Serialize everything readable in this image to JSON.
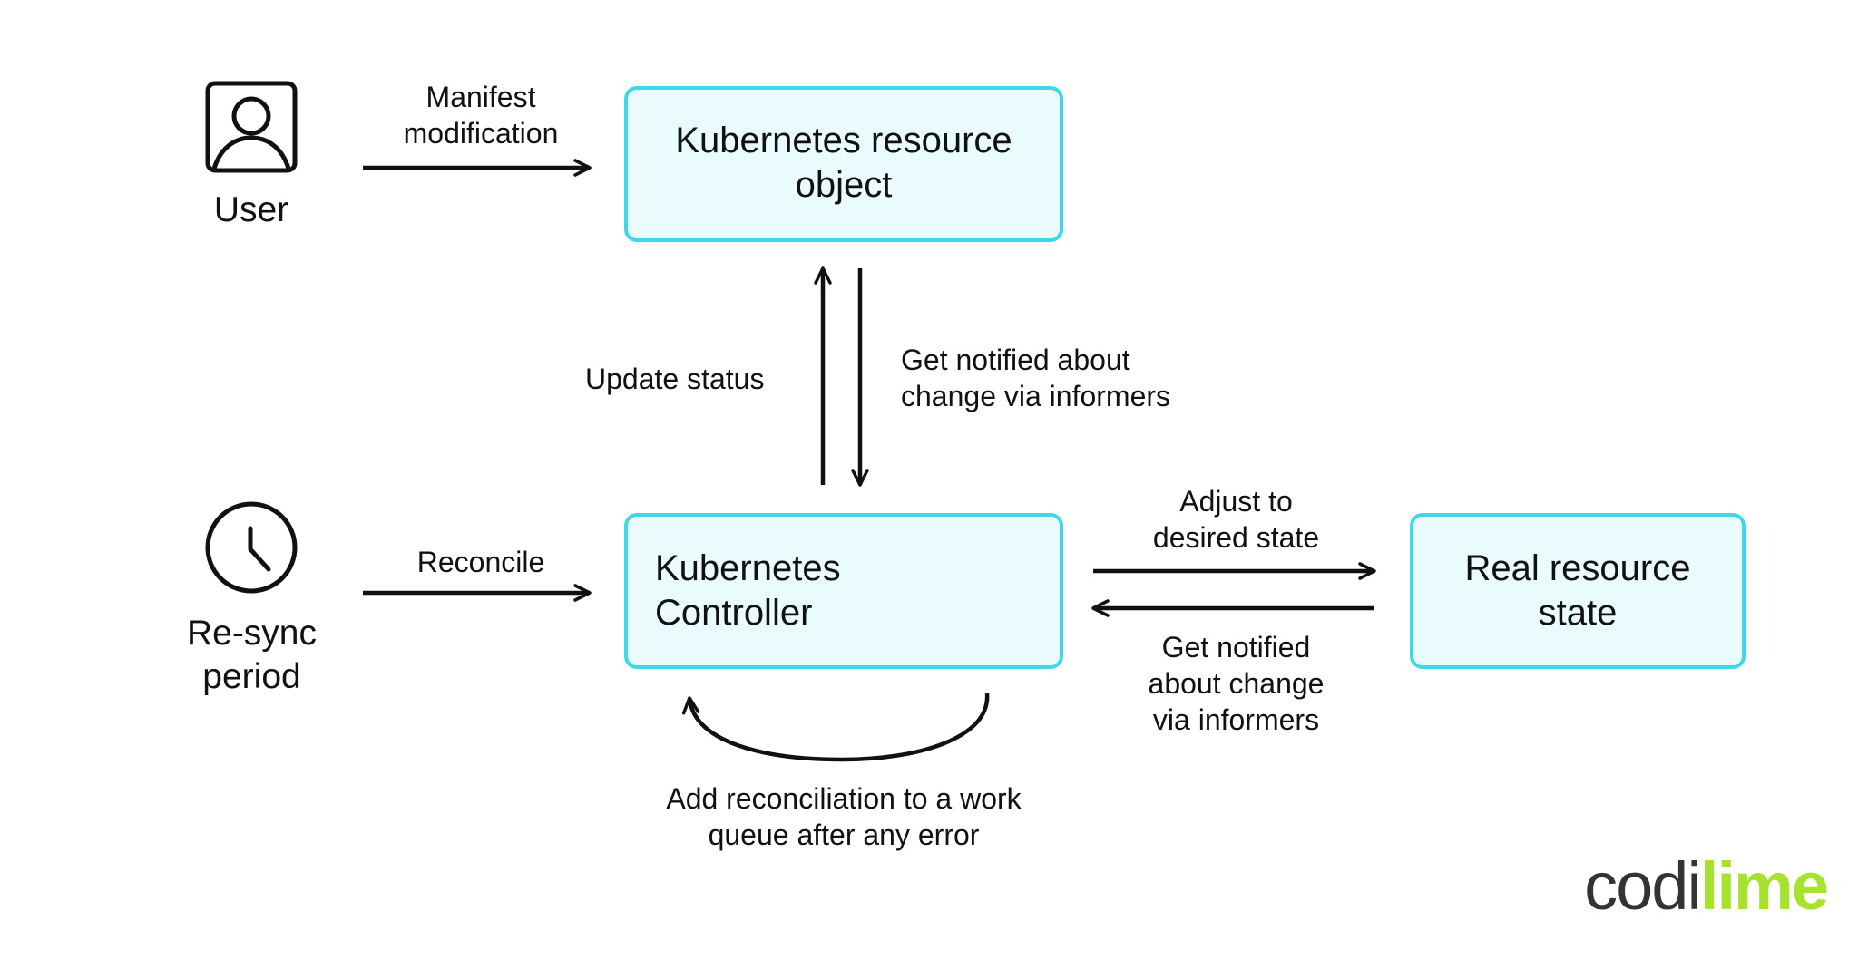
{
  "actors": {
    "user_label": "User",
    "resync_label": "Re-sync period"
  },
  "boxes": {
    "resource_object": "Kubernetes resource object",
    "controller": "Kubernetes Controller",
    "real_state": "Real resource state"
  },
  "edges": {
    "manifest_modification": "Manifest modification",
    "update_status": "Update status",
    "get_notified_informers_top": "Get notified about change via informers",
    "reconcile": "Reconcile",
    "adjust_desired": "Adjust to desired state",
    "get_notified_informers_right": "Get notified about change via informers",
    "work_queue": "Add reconciliation to a work queue after any error"
  },
  "logo": {
    "part1": "codi",
    "part2": "lime",
    "color_dark": "#333333",
    "color_accent": "#a6e22e"
  },
  "colors": {
    "box_border": "#3fd8ea",
    "box_fill": "#eafbfd"
  }
}
